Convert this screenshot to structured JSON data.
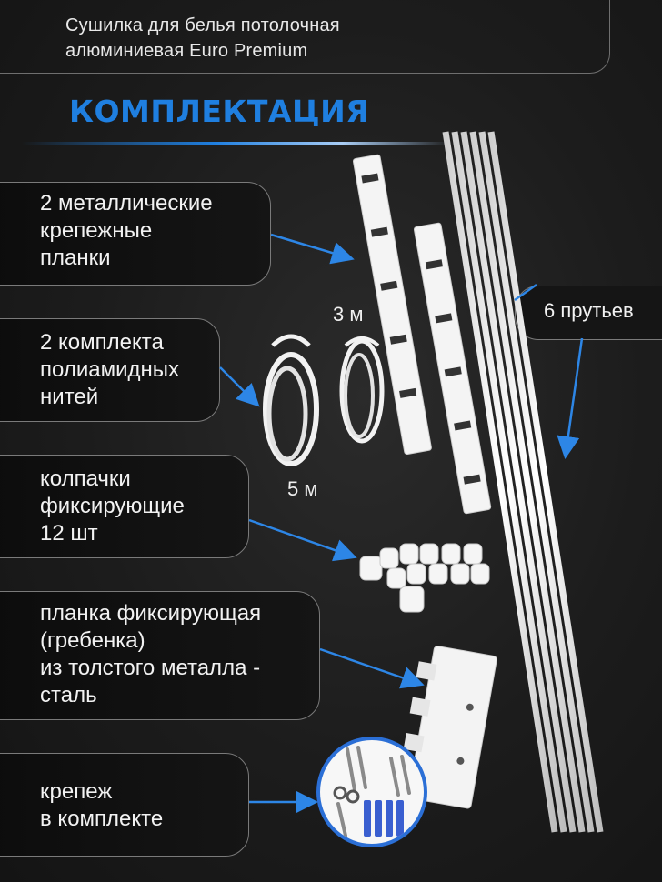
{
  "header": {
    "title": "Сушилка для белья потолочная\nалюминиевая Euro Premium"
  },
  "section": {
    "heading": "Комплектация"
  },
  "items": [
    {
      "label": "2 металлические\nкрепежные\nпланки"
    },
    {
      "label": "2 комплекта\nполиамидных\nнитей"
    },
    {
      "label": "колпачки\nфиксирующие\n12 шт"
    },
    {
      "label": "планка фиксирующая\n(гребенка)\nиз толстого металла -\nсталь"
    },
    {
      "label": "крепеж\nв комплекте"
    }
  ],
  "rods": {
    "label": "6 прутьев"
  },
  "measures": {
    "rails_length": "3 м",
    "thread_length": "5 м"
  },
  "colors": {
    "accent": "#1f7fe0",
    "background": "#1c1c1c",
    "outline": "#7a7a7a"
  }
}
